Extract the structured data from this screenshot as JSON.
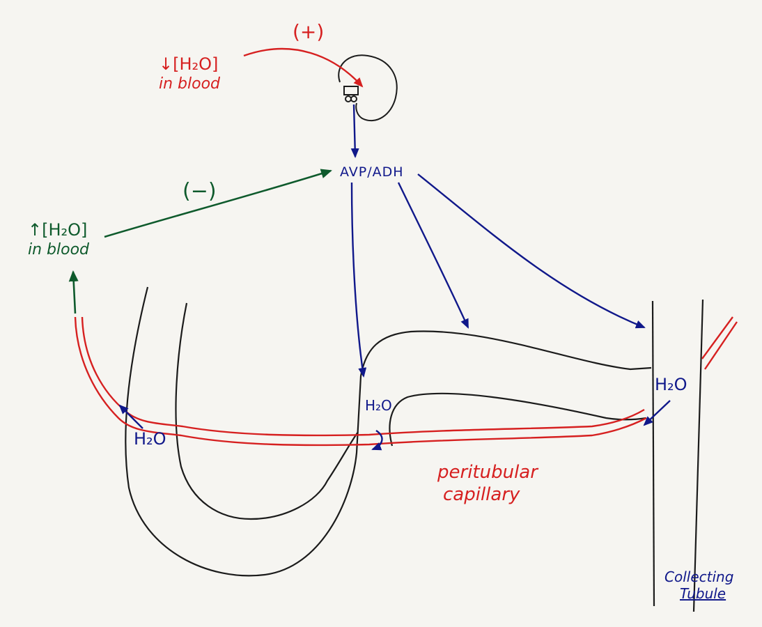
{
  "colors": {
    "black_ink": "#1b1b1b",
    "red_ink": "#d62020",
    "blue_ink": "#10188a",
    "green_ink": "#0e5a2c",
    "paper": "#f6f5f1"
  },
  "labels": {
    "plus_sign": "(+)",
    "minus_sign": "(−)",
    "decrease_h2o": {
      "line1": "↓[H₂O]",
      "line2": "in blood"
    },
    "increase_h2o": {
      "line1": "↑[H₂O]",
      "line2": "in blood"
    },
    "hormone": "AVP/ADH",
    "h2o_left": "H₂O",
    "h2o_middle": "H₂O",
    "h2o_right": "H₂O",
    "capillary": {
      "line1": "peritubular",
      "line2": "capillary"
    },
    "collecting_tubule": {
      "line1": "Collecting",
      "line2": "Tubule"
    }
  }
}
